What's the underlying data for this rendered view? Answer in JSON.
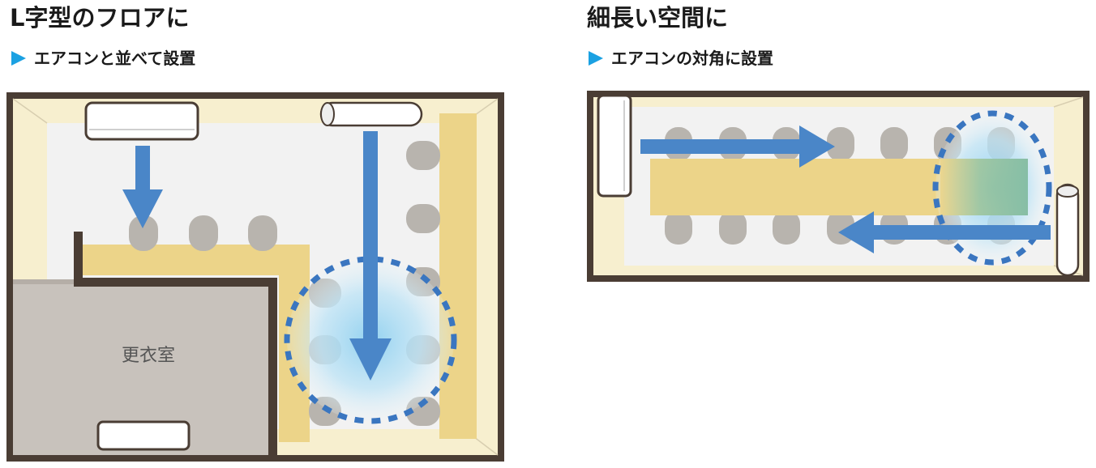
{
  "left": {
    "title": "L字型のフロアに",
    "subtitle": "エアコンと並べて設置",
    "room_label": "更衣室"
  },
  "right": {
    "title": "細長い空間に",
    "subtitle": "エアコンの対角に設置"
  },
  "colors": {
    "wall": "#4a3d34",
    "floor": "#f2f2f2",
    "bevel": "#f7efcf",
    "table": "#ecd489",
    "chair": "#b8b4ae",
    "arrow": "#4a86c8",
    "dotted": "#3a76c0",
    "glow": "#8ed0f0",
    "accent": "#1ba1e2"
  }
}
